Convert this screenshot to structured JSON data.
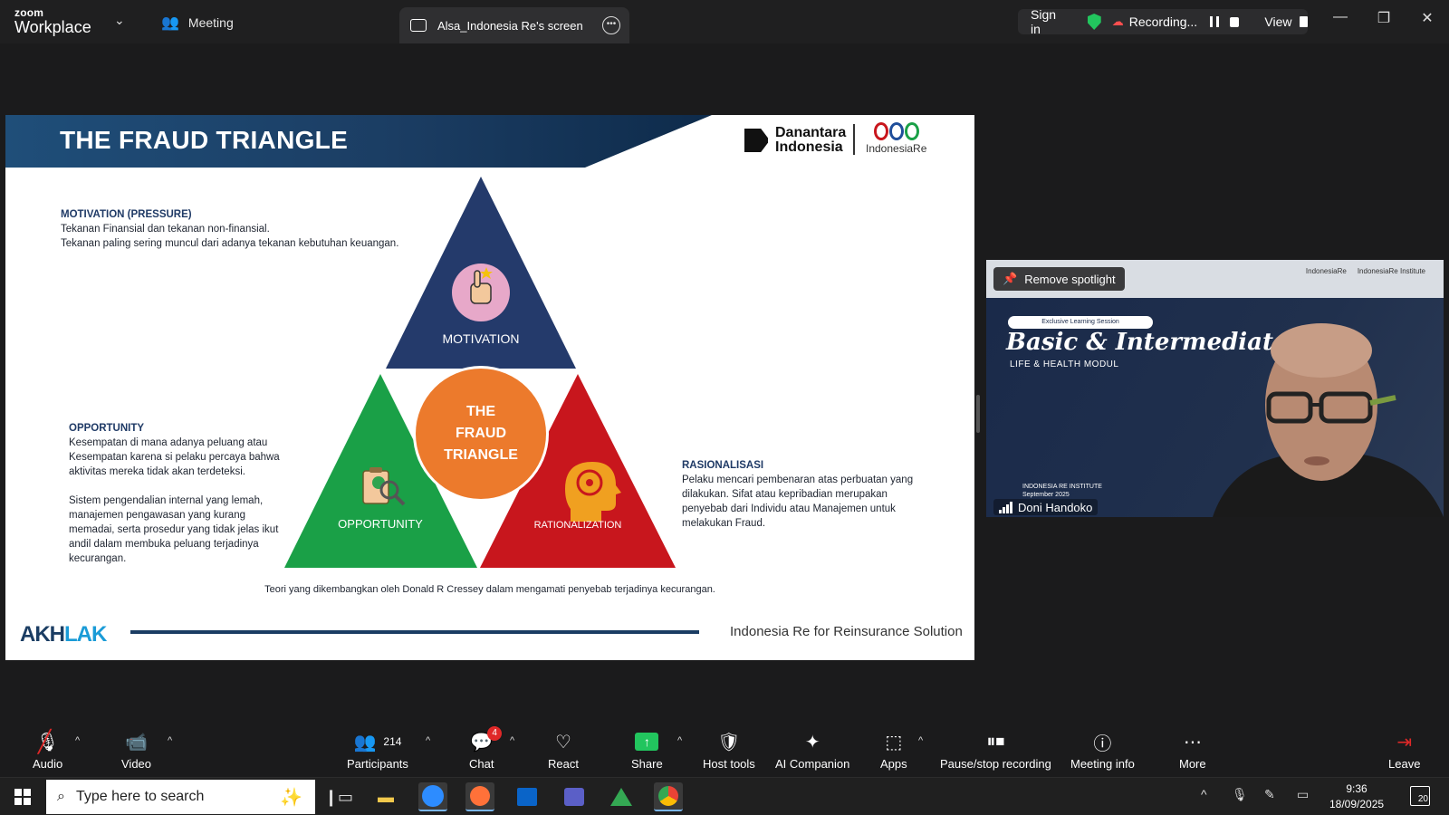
{
  "app": {
    "logo_line1": "zoom",
    "logo_line2": "Workplace"
  },
  "tabs": {
    "meeting": "Meeting",
    "screen": "Alsa_Indonesia Re's screen"
  },
  "header": {
    "sign_in": "Sign in",
    "recording": "Recording...",
    "view": "View"
  },
  "slide": {
    "title": "THE FRAUD TRIANGLE",
    "brand1": "Danantara",
    "brand2": "Indonesia",
    "brand3": "IndonesiaRe",
    "motivation_heading": "MOTIVATION (PRESSURE)",
    "motivation_l1": "Tekanan Finansial dan tekanan non-finansial.",
    "motivation_l2": "Tekanan paling sering muncul dari adanya tekanan kebutuhan keuangan.",
    "opportunity_heading": "OPPORTUNITY",
    "opportunity_p1": "Kesempatan di mana adanya peluang atau Kesempatan karena si pelaku percaya bahwa aktivitas mereka tidak akan terdeteksi.",
    "opportunity_p2": "Sistem pengendalian internal yang lemah, manajemen pengawasan yang kurang memadai, serta prosedur yang tidak jelas ikut andil dalam membuka peluang terjadinya kecurangan.",
    "rasionalisasi_heading": "RASIONALISASI",
    "rasionalisasi_text": "Pelaku mencari pembenaran atas perbuatan yang dilakukan.  Sifat atau kepribadian merupakan penyebab dari Individu atau Manajemen untuk melakukan Fraud.",
    "tri_motivation": "MOTIVATION",
    "tri_opportunity": "OPPORTUNITY",
    "tri_rationalization": "RATIONALIZATION",
    "center_l1": "THE",
    "center_l2": "FRAUD",
    "center_l3": "TRIANGLE",
    "caption": "Teori yang dikembangkan oleh Donald R Cressey dalam mengamati penyebab terjadinya kecurangan.",
    "akhlak_a": "AKH",
    "akhlak_b": "LAK",
    "footer": "Indonesia Re for Reinsurance Solution",
    "colors": {
      "navy": "#243a6b",
      "green": "#1aa047",
      "red": "#c8161d",
      "orange": "#ec7a2c"
    }
  },
  "video": {
    "remove_spotlight": "Remove spotlight",
    "session_pill": "Exclusive Learning Session",
    "title": "Basic & Intermediat",
    "subtitle": "LIFE & HEALTH MODUL",
    "institute": "INDONESIA RE INSTITUTE",
    "date": "September 2025",
    "logo_a": "IndonesiaRe",
    "logo_b": "IndonesiaRe Institute",
    "participant": "Doni Handoko"
  },
  "toolbar": {
    "audio": "Audio",
    "video": "Video",
    "participants": "Participants",
    "participants_count": "214",
    "chat": "Chat",
    "chat_badge": "4",
    "react": "React",
    "share": "Share",
    "host_tools": "Host tools",
    "ai_companion": "AI Companion",
    "apps": "Apps",
    "pause_stop": "Pause/stop recording",
    "meeting_info": "Meeting info",
    "more": "More",
    "leave": "Leave"
  },
  "taskbar": {
    "search_placeholder": "Type here to search",
    "time": "9:36",
    "date": "18/09/2025",
    "notifications": "20"
  }
}
